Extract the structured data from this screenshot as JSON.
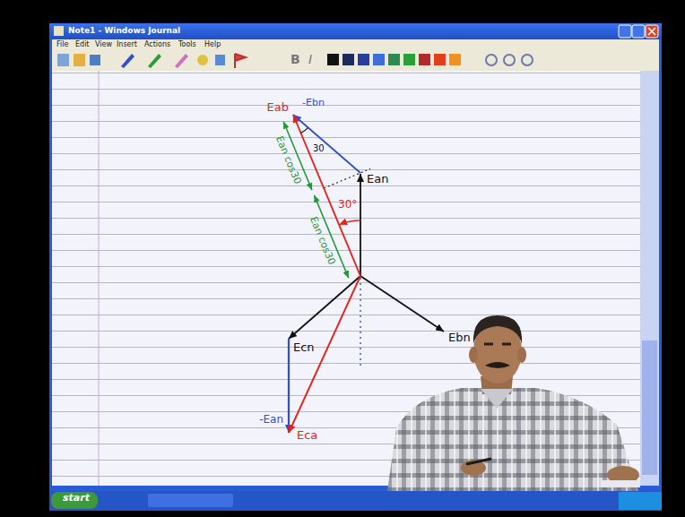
{
  "diagram": {
    "labels": [
      "Note1 - Windows Journal",
      "File",
      "Edit",
      "View",
      "Insert",
      "Actions",
      "Tools",
      "Help",
      "B",
      "I",
      "Eab",
      "-Ebn",
      "30",
      "Ean",
      "Ean cos30",
      "30°",
      "Ean cos30",
      "Ecn",
      "Ebn",
      "-Ean",
      "Eca",
      "start"
    ]
  }
}
